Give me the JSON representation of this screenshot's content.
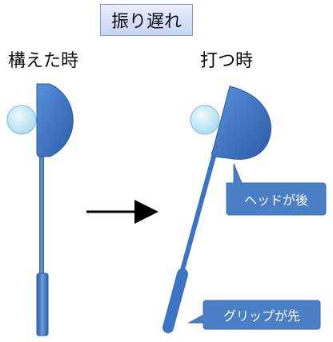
{
  "title": "振り遅れ",
  "left": {
    "label": "構えた時"
  },
  "right": {
    "label": "打つ時"
  },
  "callouts": {
    "head_behind": "ヘッドが後",
    "grip_ahead": "グリップが先"
  },
  "colors": {
    "club_blue": "#3d73c4",
    "club_dark": "#2b5da7",
    "ball": "#bfe8f6",
    "callout_bg": "#4a7fc6",
    "arrow": "#000000"
  }
}
